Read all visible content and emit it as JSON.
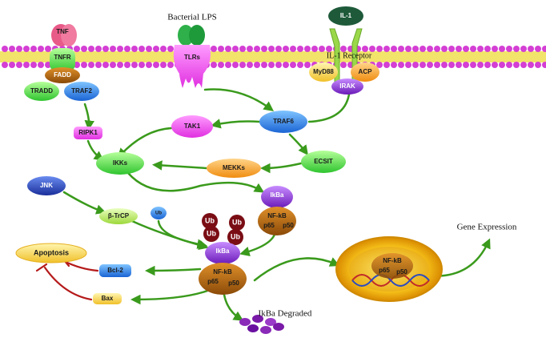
{
  "captions": {
    "bacterial_lps": "Bacterial LPS",
    "il1_receptor": "IL-1 Receptor",
    "gene_expression": "Gene Expression",
    "ikba_degraded": "IkBa Degraded"
  },
  "nodes": {
    "tnf": "TNF",
    "tnfr": "TNFR",
    "fadd": "FADD",
    "tradd": "TRADD",
    "traf2": "TRAF2",
    "tlrs": "TLRs",
    "il1": "IL-1",
    "myd88": "MyD88",
    "acp": "ACP",
    "irak": "IRAK",
    "ripk1": "RIPK1",
    "tak1": "TAK1",
    "traf6": "TRAF6",
    "ikks": "IKKs",
    "mekks": "MEKKs",
    "ecsit": "ECSIT",
    "jnk": "JNK",
    "btrcp": "β-TrCP",
    "ub_small": "Ub",
    "ikba_top": "IkBa",
    "nfkb_top": "NF-kB",
    "p65_top": "p65",
    "p50_top": "p50",
    "ub1": "Ub",
    "ub2": "Ub",
    "ub3": "Ub",
    "ub4": "Ub",
    "ikba_mid": "IkBa",
    "nfkb_mid": "NF-kB",
    "p65_mid": "p65",
    "p50_mid": "p50",
    "apoptosis": "Apoptosis",
    "bcl2": "Bcl-2",
    "bax": "Bax",
    "nfkb_nuc": "NF-kB",
    "p65_nuc": "p65",
    "p50_nuc": "p50"
  },
  "colors": {
    "membrane_head": "#d43fd4",
    "membrane_tail": "#f2e36a",
    "arrow": "#3a9a1c",
    "inhibit": "#b51a1a",
    "nucleus": "#f2a400",
    "ub": "#7a0d14"
  }
}
